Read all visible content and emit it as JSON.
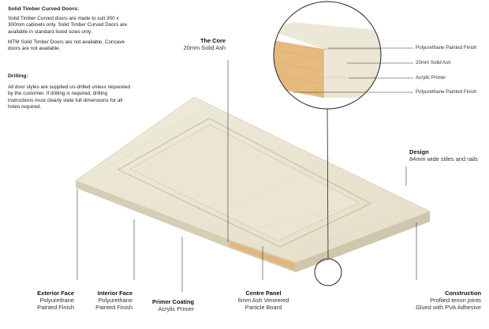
{
  "notes": {
    "curved_title": "Solid Timber Curved Doors:",
    "curved_p1": "Solid Timber Curved doors are made to suit 300 x 300mm cabinets only. Solid Timber Curved Doors are available in standard listed sizes only.",
    "curved_p2": "MTM Solid Timber Doors are not available. Concave doors are not available.",
    "drilling_title": "Drilling:",
    "drilling_p": "All door styles are supplied un-drilled unless requested by the customer. If drilling is required, drilling instructions must clearly state full dimensions for all holes required."
  },
  "callouts": {
    "core": {
      "title": "The Core",
      "desc": "20mm Solid Ash"
    },
    "design": {
      "title": "Design",
      "desc": "84mm wide stiles and rails"
    },
    "exterior": {
      "title": "Exterior Face",
      "line1": "Polyurethane",
      "line2": "Painted Finish"
    },
    "interior": {
      "title": "Interior Face",
      "line1": "Polyurethane",
      "line2": "Painted Finish"
    },
    "primer": {
      "title": "Primer Coating",
      "line1": "Acrylic Primer"
    },
    "centre": {
      "title": "Centre Panel",
      "line1": "6mm Ash Veneered",
      "line2": "Particle Board"
    },
    "construction": {
      "title": "Construction",
      "line1": "Profiled tenon joints",
      "line2": "Glued with PVA Adhesive"
    }
  },
  "layers": [
    "Polyurethane Painted Finish",
    "20mm Solid Ash",
    "Acrylic Primer",
    "Polyurethane Painted Finish"
  ],
  "colors": {
    "paint": "#e9e4d2",
    "edge": "#d8d1ba",
    "ash": "#e3b87e",
    "line": "#222222"
  }
}
